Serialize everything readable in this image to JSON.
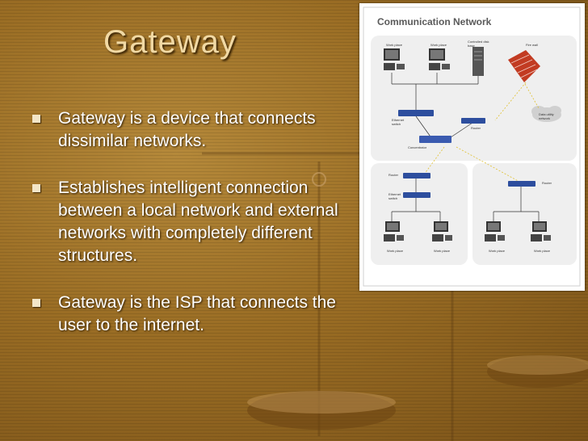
{
  "slide": {
    "title": "Gateway",
    "bullets": [
      "Gateway is a device that connects dissimilar networks.",
      "Establishes intelligent connection between a local network and external networks with completely different structures.",
      "Gateway is the ISP that connects the user to the internet."
    ]
  },
  "diagram": {
    "title": "Communication Network",
    "labels": {
      "work_place_1": "Work place",
      "work_place_2": "Work place",
      "controlled_disk_base": "Controlled disk base",
      "fire_wall": "Fire wall",
      "data_utility_network": "Data utility network",
      "ethernet_switch_1": "Ethernet switch",
      "router_1": "Router",
      "concentrator": "Concentrator",
      "router_2": "Router",
      "ethernet_switch_2": "Ethernet switch",
      "router_3": "Router",
      "work_place_3": "Work place",
      "work_place_4": "Work place",
      "work_place_5": "Work place",
      "work_place_6": "Work place"
    }
  }
}
